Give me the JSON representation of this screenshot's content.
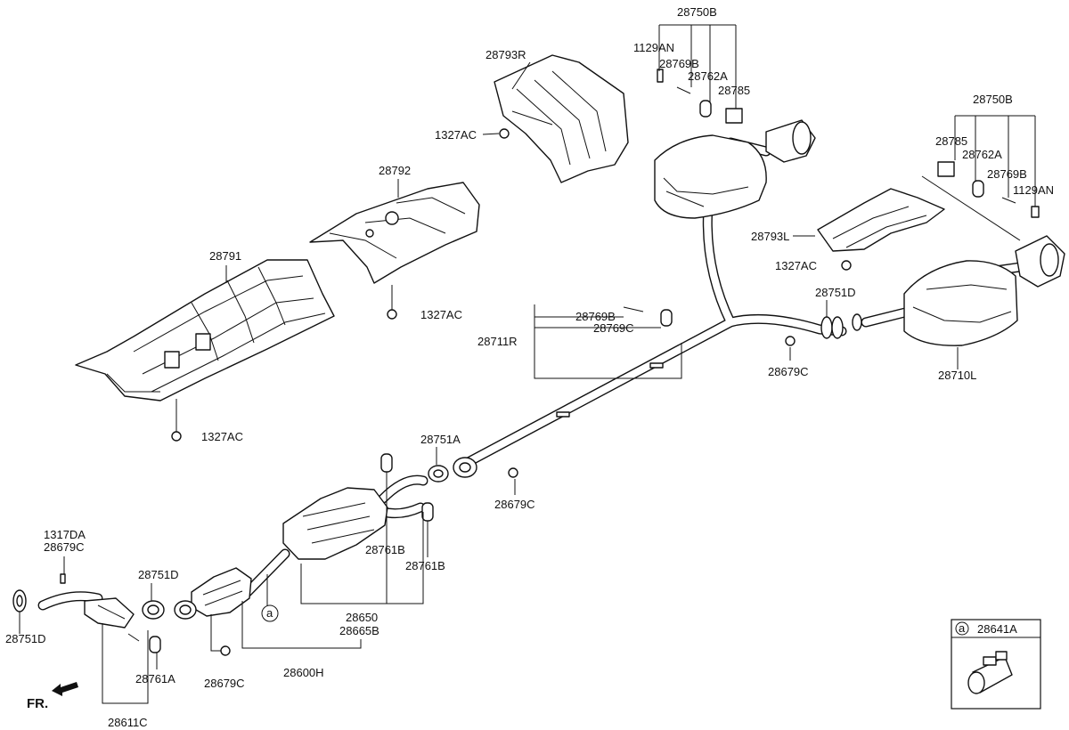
{
  "diagram": {
    "labels": {
      "p28750B_top": "28750B",
      "p1129AN_top": "1129AN",
      "p28769B_top": "28769B",
      "p28762A_top": "28762A",
      "p28785_top": "28785",
      "p28793R": "28793R",
      "p1327AC_a": "1327AC",
      "p28792": "28792",
      "p28791": "28791",
      "p1327AC_b": "1327AC",
      "p1327AC_c": "1327AC",
      "p28750B_right": "28750B",
      "p28785_right": "28785",
      "p28762A_right": "28762A",
      "p28769B_right": "28769B",
      "p1129AN_right": "1129AN",
      "p28793L": "28793L",
      "p1327AC_d": "1327AC",
      "p28751D_right": "28751D",
      "p28769B_mid": "28769B",
      "p28769C_mid": "28769C",
      "p28711R": "28711R",
      "p28679C_mid": "28679C",
      "p28710L": "28710L",
      "p28751A": "28751A",
      "p28679C_center": "28679C",
      "p28761B_a": "28761B",
      "p28761B_b": "28761B",
      "p1317DA": "1317DA",
      "p28679C_left": "28679C",
      "p28751D_mid": "28751D",
      "p28751D_left": "28751D",
      "p28650": "28650",
      "p28665B": "28665B",
      "p28600H": "28600H",
      "p28761A": "28761A",
      "p28679C_bottom": "28679C",
      "p28611C": "28611C"
    },
    "ref_marker": "a",
    "fr_label": "FR.",
    "inset": {
      "marker": "a",
      "label": "28641A"
    }
  }
}
